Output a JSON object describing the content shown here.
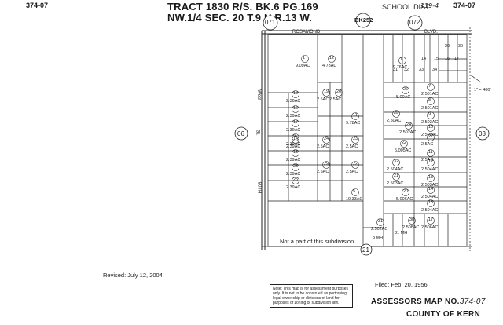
{
  "header": {
    "map_no_left": "374-07",
    "map_no_right": "374-07",
    "title_line1": "TRACT 1830 R/S. BK.6 PG.169",
    "title_line2": "NW.1/4 SEC. 20 T.9 N.R.13 W.",
    "school_label": "SCHOOL DIST.",
    "school_value": "119-4",
    "book_ref": "BK252"
  },
  "adjacent_maps": {
    "top_left": "071",
    "top_right": "072",
    "left": "06",
    "right": "03",
    "bottom": "21"
  },
  "streets": {
    "north": "ROSAMOND",
    "north_suffix": "BLVD.",
    "west_a": "West",
    "west_b": "St.",
    "west_c": "90TH"
  },
  "parcels": [
    {
      "num": "1",
      "acres": "9.09AC"
    },
    {
      "num": "12",
      "acres": "4.78AC"
    },
    {
      "num": "1",
      "acres": "9.76AC"
    },
    {
      "num": "18",
      "acres": "2.36AC"
    },
    {
      "num": "16",
      "acres": "2.39AC"
    },
    {
      "num": "17",
      "acres": "2.39AC"
    },
    {
      "num": "9",
      "acres": "2.39AC"
    },
    {
      "num": "19",
      "acres": "2.5AC"
    },
    {
      "num": "20",
      "acres": "2.5AC"
    },
    {
      "num": "11",
      "acres": "9.78AC"
    },
    {
      "num": "14",
      "acres": "2.39AC"
    },
    {
      "num": "13",
      "acres": "2.39AC"
    },
    {
      "num": "28",
      "acres": "2.39AC"
    },
    {
      "num": "25",
      "acres": "2.39AC"
    },
    {
      "num": "24",
      "acres": "2.5AC"
    },
    {
      "num": "23",
      "acres": "2.5AC"
    },
    {
      "num": "29",
      "acres": "2.5AC"
    },
    {
      "num": "22",
      "acres": "2.5AC"
    },
    {
      "num": "5",
      "acres": "19.33AC"
    },
    {
      "num": "26",
      "acres": "5.00AC"
    },
    {
      "num": "25",
      "acres": "2.50AC"
    },
    {
      "num": "24",
      "acres": "2.502AC"
    },
    {
      "num": "22",
      "acres": "5.005AC"
    },
    {
      "num": "32",
      "acres": "2.504AC"
    },
    {
      "num": "21",
      "acres": "2.503AC"
    },
    {
      "num": "20",
      "acres": "5.006AC"
    },
    {
      "num": "7",
      "acres": "2.501AC"
    },
    {
      "num": "8",
      "acres": "2.501AC"
    },
    {
      "num": "9",
      "acres": "2.502AC"
    },
    {
      "num": "10",
      "acres": "2.502AC"
    },
    {
      "num": "27",
      "acres": "2.5AC"
    },
    {
      "num": "11",
      "acres": "2.5AC"
    },
    {
      "num": "12",
      "acres": "2.504AC"
    },
    {
      "num": "13",
      "acres": "2.503AC"
    },
    {
      "num": "14",
      "acres": "2.504AC"
    },
    {
      "num": "18",
      "acres": "2.504AC"
    },
    {
      "num": "17",
      "acres": "2.506AC"
    },
    {
      "num": "31",
      "acres": "2.502AC"
    },
    {
      "num": "30",
      "acres": "2.508AC"
    }
  ],
  "top_small_lots": [
    "14",
    "15",
    "16",
    "17",
    "29",
    "30",
    "31",
    "32",
    "33",
    "34"
  ],
  "bottom_small": [
    "31 MH",
    "3 MH"
  ],
  "bearing_note": "1\" = 400'",
  "excluded_note": "Not a part of this subdivision",
  "revised": "Revised: July 12, 2004",
  "filed": "Filed: Feb. 20, 1956",
  "disclaimer": "Note: This map is for assessment purposes only. It is not to be construed as portraying legal ownership or divisions of land for purposes of zoning or subdivision law.",
  "footer": {
    "assessor_label": "ASSESSORS MAP NO.",
    "assessor_no": "374-07",
    "county": "COUNTY OF KERN"
  }
}
